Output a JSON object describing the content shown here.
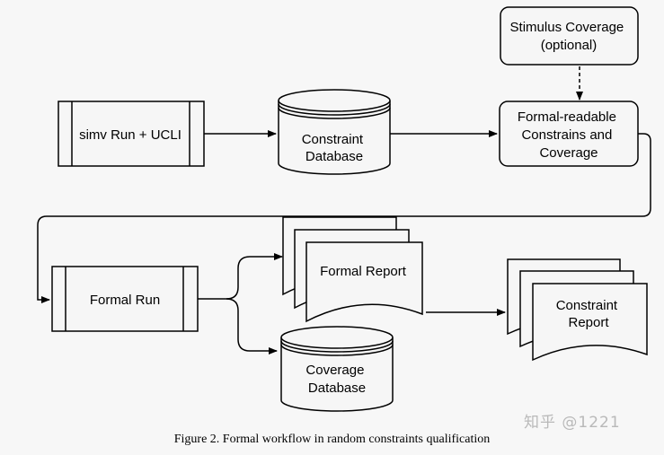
{
  "nodes": {
    "stimulus": [
      "Stimulus Coverage",
      "(optional)"
    ],
    "simv": [
      "simv Run + UCLI"
    ],
    "constraint_db": [
      "Constraint",
      "Database"
    ],
    "formal_readable": [
      "Formal-readable",
      "Constrains and",
      "Coverage"
    ],
    "formal_run": [
      "Formal Run"
    ],
    "formal_report": [
      "Formal Report"
    ],
    "coverage_db": [
      "Coverage",
      "Database"
    ],
    "constraint_report": [
      "Constraint",
      "Report"
    ]
  },
  "caption": "Figure 2. Formal workflow in random constraints qualification",
  "watermark": "知乎 @1221",
  "colors": {
    "box_fill": "#f6f6f6",
    "stroke": "#000000",
    "background": "#f7f7f7"
  }
}
